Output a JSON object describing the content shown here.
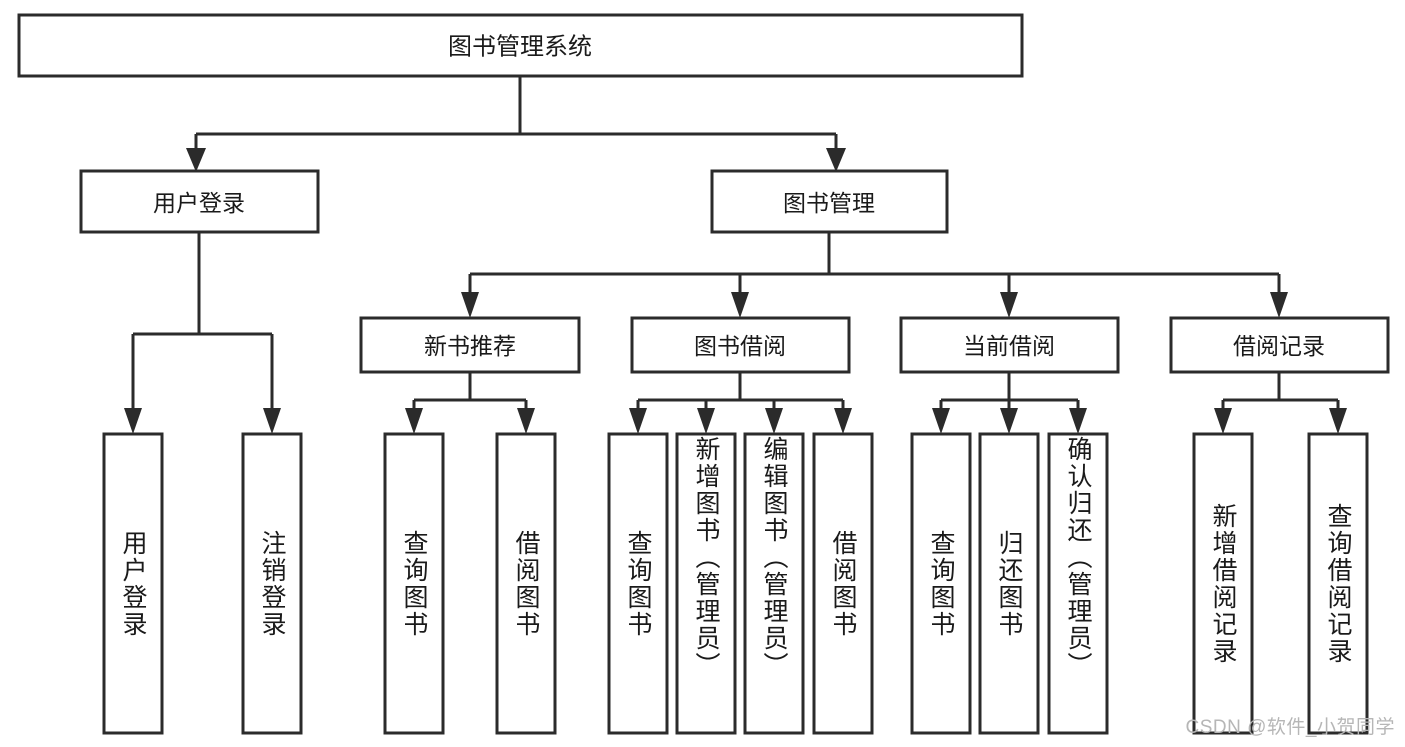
{
  "diagram": {
    "type": "tree-hierarchy",
    "title": "图书管理系统",
    "orientation": "top-down",
    "colors": {
      "stroke": "#2b2b2b",
      "box_fill": "#ffffff",
      "text": "#1a1a1a",
      "background": "#ffffff",
      "watermark": "#b6b6b6"
    },
    "root": {
      "label": "图书管理系统"
    },
    "level2": [
      {
        "label": "用户登录"
      },
      {
        "label": "图书管理"
      }
    ],
    "level3": [
      {
        "label": "新书推荐"
      },
      {
        "label": "图书借阅"
      },
      {
        "label": "当前借阅"
      },
      {
        "label": "借阅记录"
      }
    ],
    "leaves": {
      "user_login": [
        {
          "label": "用户登录"
        },
        {
          "label": "注销登录"
        }
      ],
      "new_book_recommend": [
        {
          "label": "查询图书"
        },
        {
          "label": "借阅图书"
        }
      ],
      "book_borrow": [
        {
          "label": "查询图书"
        },
        {
          "label": "新增图书（管理员）"
        },
        {
          "label": "编辑图书（管理员）"
        },
        {
          "label": "借阅图书"
        }
      ],
      "current_borrow": [
        {
          "label": "查询图书"
        },
        {
          "label": "归还图书"
        },
        {
          "label": "确认归还（管理员）"
        }
      ],
      "borrow_record": [
        {
          "label": "新增借阅记录"
        },
        {
          "label": "查询借阅记录"
        }
      ]
    },
    "watermark": "CSDN @软件_小贺同学"
  }
}
